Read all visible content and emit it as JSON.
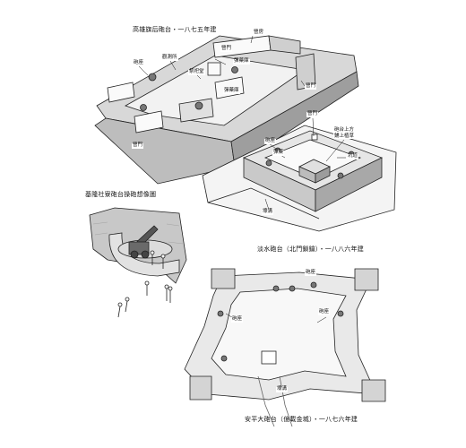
{
  "figures": [
    {
      "caption": "高雄旗后砲台・一八七五年建",
      "labels": [
        "營房",
        "砲座",
        "觀測所",
        "營門",
        "彈藥庫",
        "祭祀堂",
        "營門",
        "營門",
        "彈藥庫"
      ]
    },
    {
      "caption": "淡水砲台（北門鎖鑰）・一八八六年建",
      "labels": [
        "營門",
        "砲台上方\n鋪上植草",
        "砲座",
        "彈藥",
        "坑道",
        "壕溝"
      ]
    },
    {
      "caption": "基隆社寮砲台操砲想像圖",
      "labels": []
    },
    {
      "caption": "安平大砲台（億載金城）・一八七六年建",
      "labels": [
        "砲座",
        "砲座",
        "壕溝"
      ]
    }
  ]
}
